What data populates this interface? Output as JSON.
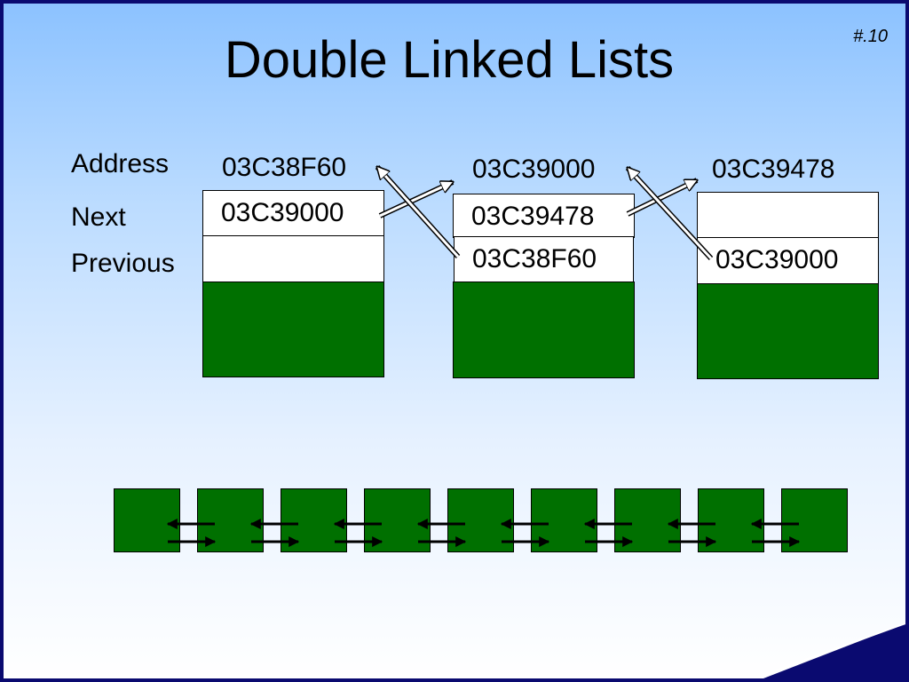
{
  "slide": {
    "title": "Double Linked Lists",
    "page_number": "#.10"
  },
  "row_labels": {
    "address": "Address",
    "next": "Next",
    "previous": "Previous"
  },
  "nodes": [
    {
      "address": "03C38F60",
      "next": "03C39000",
      "previous": ""
    },
    {
      "address": "03C39000",
      "next": "03C39478",
      "previous": "03C38F60"
    },
    {
      "address": "03C39478",
      "next": "",
      "previous": "03C39000"
    }
  ],
  "chain": {
    "node_count": 9
  },
  "colors": {
    "node_fill": "#007000",
    "border": "#0a0a70"
  }
}
